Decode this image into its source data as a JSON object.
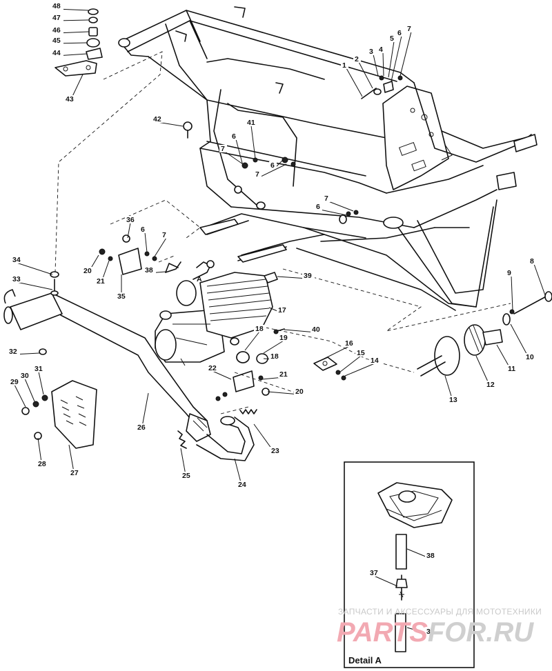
{
  "watermark": {
    "caption": "ЗАПЧАСТИ И АКСЕССУАРЫ ДЛЯ МОТОТЕХНИКИ",
    "brand_main": "PARTS",
    "brand_accent": "FOR.RU",
    "colors": {
      "main": "#f2a9b2",
      "accent": "#cfcfcf"
    }
  },
  "detail_box": {
    "title": "Detail A"
  },
  "callouts": [
    "1",
    "2",
    "3",
    "4",
    "5",
    "6",
    "7",
    "6",
    "7",
    "6",
    "7",
    "6",
    "7",
    "6",
    "7",
    "8",
    "9",
    "10",
    "11",
    "12",
    "13",
    "14",
    "15",
    "16",
    "17",
    "18",
    "18",
    "19",
    "20",
    "20",
    "21",
    "21",
    "22",
    "23",
    "24",
    "25",
    "26",
    "27",
    "28",
    "29",
    "30",
    "31",
    "32",
    "33",
    "34",
    "35",
    "36",
    "37",
    "38",
    "38",
    "38",
    "39",
    "40",
    "41",
    "42",
    "43",
    "44",
    "45",
    "46",
    "47",
    "48"
  ]
}
